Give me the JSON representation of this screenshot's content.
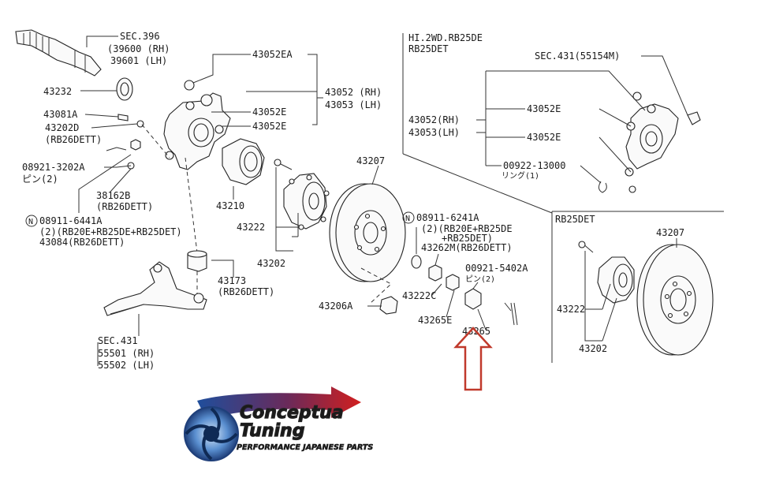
{
  "colors": {
    "arrow": "#c0392b",
    "logo_blue": "#1f4e9c",
    "line": "#333333"
  },
  "labels": {
    "sec396": "SEC.396",
    "p39600": "(39600 (RH)",
    "p39601": "39601 (LH)",
    "p43052EA": "43052EA",
    "p43232": "43232",
    "p43081A": "43081A",
    "p43202D": "43202D",
    "rb26dett_a": "(RB26DETT)",
    "p43052E_a": "43052E",
    "p43052E_b": "43052E",
    "p43052RH": "43052 (RH)",
    "p43053LH": "43053 (LH)",
    "p08921": "08921-3202A",
    "pin2_a": "ピン(2)",
    "p38162B": "38162B",
    "rb26dett_b": "(RB26DETT)",
    "p43210": "43210",
    "p43207_a": "43207",
    "n_mark_a": "N",
    "p08911_6441": "08911-6441A",
    "q2_rb20e": "(2)(RB20E+RB25DE+RB25DET)",
    "p43084": "43084(RB26DETT)",
    "p43222_a": "43222",
    "p43202_a": "43202",
    "p43173": "43173",
    "rb26dett_c": "(RB26DETT)",
    "p43206A": "43206A",
    "p43222C": "43222C",
    "sec431_a": "SEC.431",
    "p55501": "55501 (RH)",
    "p55502": "55502 (LH)",
    "hi2wd": "HI.2WD.RB25DE",
    "rb25det_a": "RB25DET",
    "sec431_b": "SEC.431(55154M)",
    "p43052E_c": "43052E",
    "p43052RH_b": "43052(RH)",
    "p43053LH_b": "43053(LH)",
    "p43052E_d": "43052E",
    "p00922": "00922-13000",
    "ring1": "リング(1)",
    "rb25det_b": "RB25DET",
    "p43207_b": "43207",
    "n_mark_b": "N",
    "p08911_6241": "08911-6241A",
    "q2_rb20e_b": "(2)(RB20E+RB25DE",
    "plus_rb25det": "+RB25DET)",
    "p43262M": "43262M(RB26DETT)",
    "p00921": "00921-5402A",
    "pin2_b": "ピン(2)",
    "p43265E": "43265E",
    "p43265": "43265",
    "p43222_b": "43222",
    "p43202_b": "43202"
  },
  "brand": {
    "name_line1": "Conceptua",
    "name_line2": "Tuning",
    "tagline": "PERFORMANCE JAPANESE PARTS"
  }
}
